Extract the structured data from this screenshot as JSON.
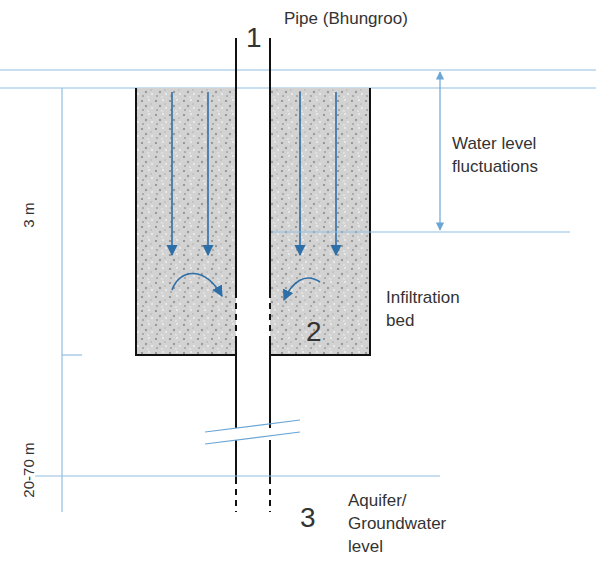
{
  "diagram": {
    "labels": [
      "1",
      "Pipe (Bhungroo)",
      "Water level fluctuations",
      "3 m",
      "2",
      "Infiltration bed",
      "20-70 m",
      "3",
      "Aquifer/ Groundwater level"
    ]
  }
}
